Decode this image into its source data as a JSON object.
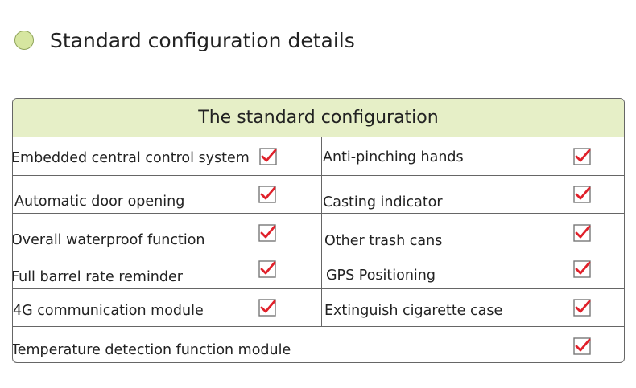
{
  "heading": "Standard configuration details",
  "table": {
    "title": "The standard configuration",
    "rows": [
      {
        "left": "Embedded central control system",
        "right": "Anti-pinching hands"
      },
      {
        "left": "Automatic door opening",
        "right": "Casting indicator"
      },
      {
        "left": "Overall waterproof function",
        "right": "Other trash cans"
      },
      {
        "left": "Full barrel rate reminder",
        "right": "GPS Positioning"
      },
      {
        "left": "4G communication module",
        "right": "Extinguish cigarette case"
      }
    ],
    "last_row": "Temperature detection function module"
  },
  "colors": {
    "bullet": "#d6e6a0",
    "header_bg": "#e6efc7",
    "check": "#e0202a",
    "box": "#777777"
  },
  "icon": "checkbox-checked-icon"
}
